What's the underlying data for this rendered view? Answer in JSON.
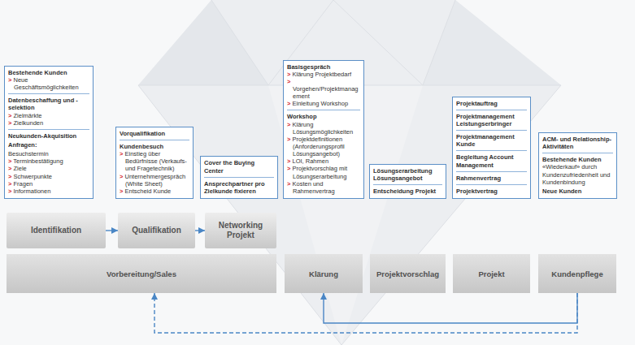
{
  "diagram": {
    "nodes": [
      {
        "text": [
          "Bestehende Kunden",
          "> Neue Geschäftsmöglichkeiten",
          "Datenbeschaffung und -selektion",
          "> Zielmärkte",
          "> Zielkunden",
          "Neukunden-Akquisition",
          "Anfragen:",
          "Besuchstermin",
          "> Terminbestätigung",
          "> Ziele",
          "> Schwerpunkte",
          "> Fragen",
          "> Informationen"
        ]
      },
      {
        "text": [
          "Vorqualifikation",
          "Kundenbesuch",
          "> Einstieg über Bedürfnisse (Verkaufs- und Fragetechnik)",
          "> Unternehmergespräch (White Sheet)",
          "> Entscheid Kunde"
        ]
      },
      {
        "text": [
          "Cover the Buying Center",
          "Ansprechpartner pro Zielkunde fixieren"
        ]
      },
      {
        "text": [
          "Basisgespräch",
          "> Klärung Projektbedarf",
          "> Vorgehen/Projektmanagement",
          "> Einleitung Workshop",
          "Workshop",
          "> Klärung Lösungsmöglichkeiten",
          "> Projektdefinitionen (Anforderungsprofil Lösungsangebot)",
          "> LOI, Rahmen",
          "> Projektvorschlag mit Lösungserarbeitung",
          "> Kosten und Rahmenvertrag"
        ]
      },
      {
        "text": [
          "Lösungserarbeitung",
          "Lösungsangebot",
          "Entscheidung Projekt"
        ]
      },
      {
        "text": [
          "Projektauftrag",
          "Projektmanagement Leistungserbringer",
          "Projektmanagement Kunde",
          "Begleitung Account Management",
          "Rahmenvertrag",
          "Projektvertrag"
        ]
      },
      {
        "text": [
          "ACM- und Relationship-Aktivitäten",
          "Bestehende Kunden",
          "«Wiederkauf» durch Kundenzufriedenheit und Kundenbindung",
          "Neue Kunden"
        ]
      },
      {
        "text": [
          "Identifikation"
        ]
      },
      {
        "text": [
          "Qualifikation"
        ]
      },
      {
        "text": [
          "Networking Projekt"
        ]
      },
      {
        "text": [
          "Vorbereitung/Sales"
        ]
      },
      {
        "text": [
          "Klärung"
        ]
      },
      {
        "text": [
          "Projektvorschlag"
        ]
      },
      {
        "text": [
          "Projekt"
        ]
      },
      {
        "text": [
          "Kundenpflege"
        ]
      }
    ],
    "edges": [
      {
        "from": 7,
        "to": 8,
        "arrow": "to"
      },
      {
        "from": 8,
        "to": 9,
        "arrow": "to"
      },
      {
        "from": 14,
        "to": 10,
        "arrow": "to"
      },
      {
        "from": 14,
        "to": 11,
        "arrow": "to"
      }
    ]
  }
}
